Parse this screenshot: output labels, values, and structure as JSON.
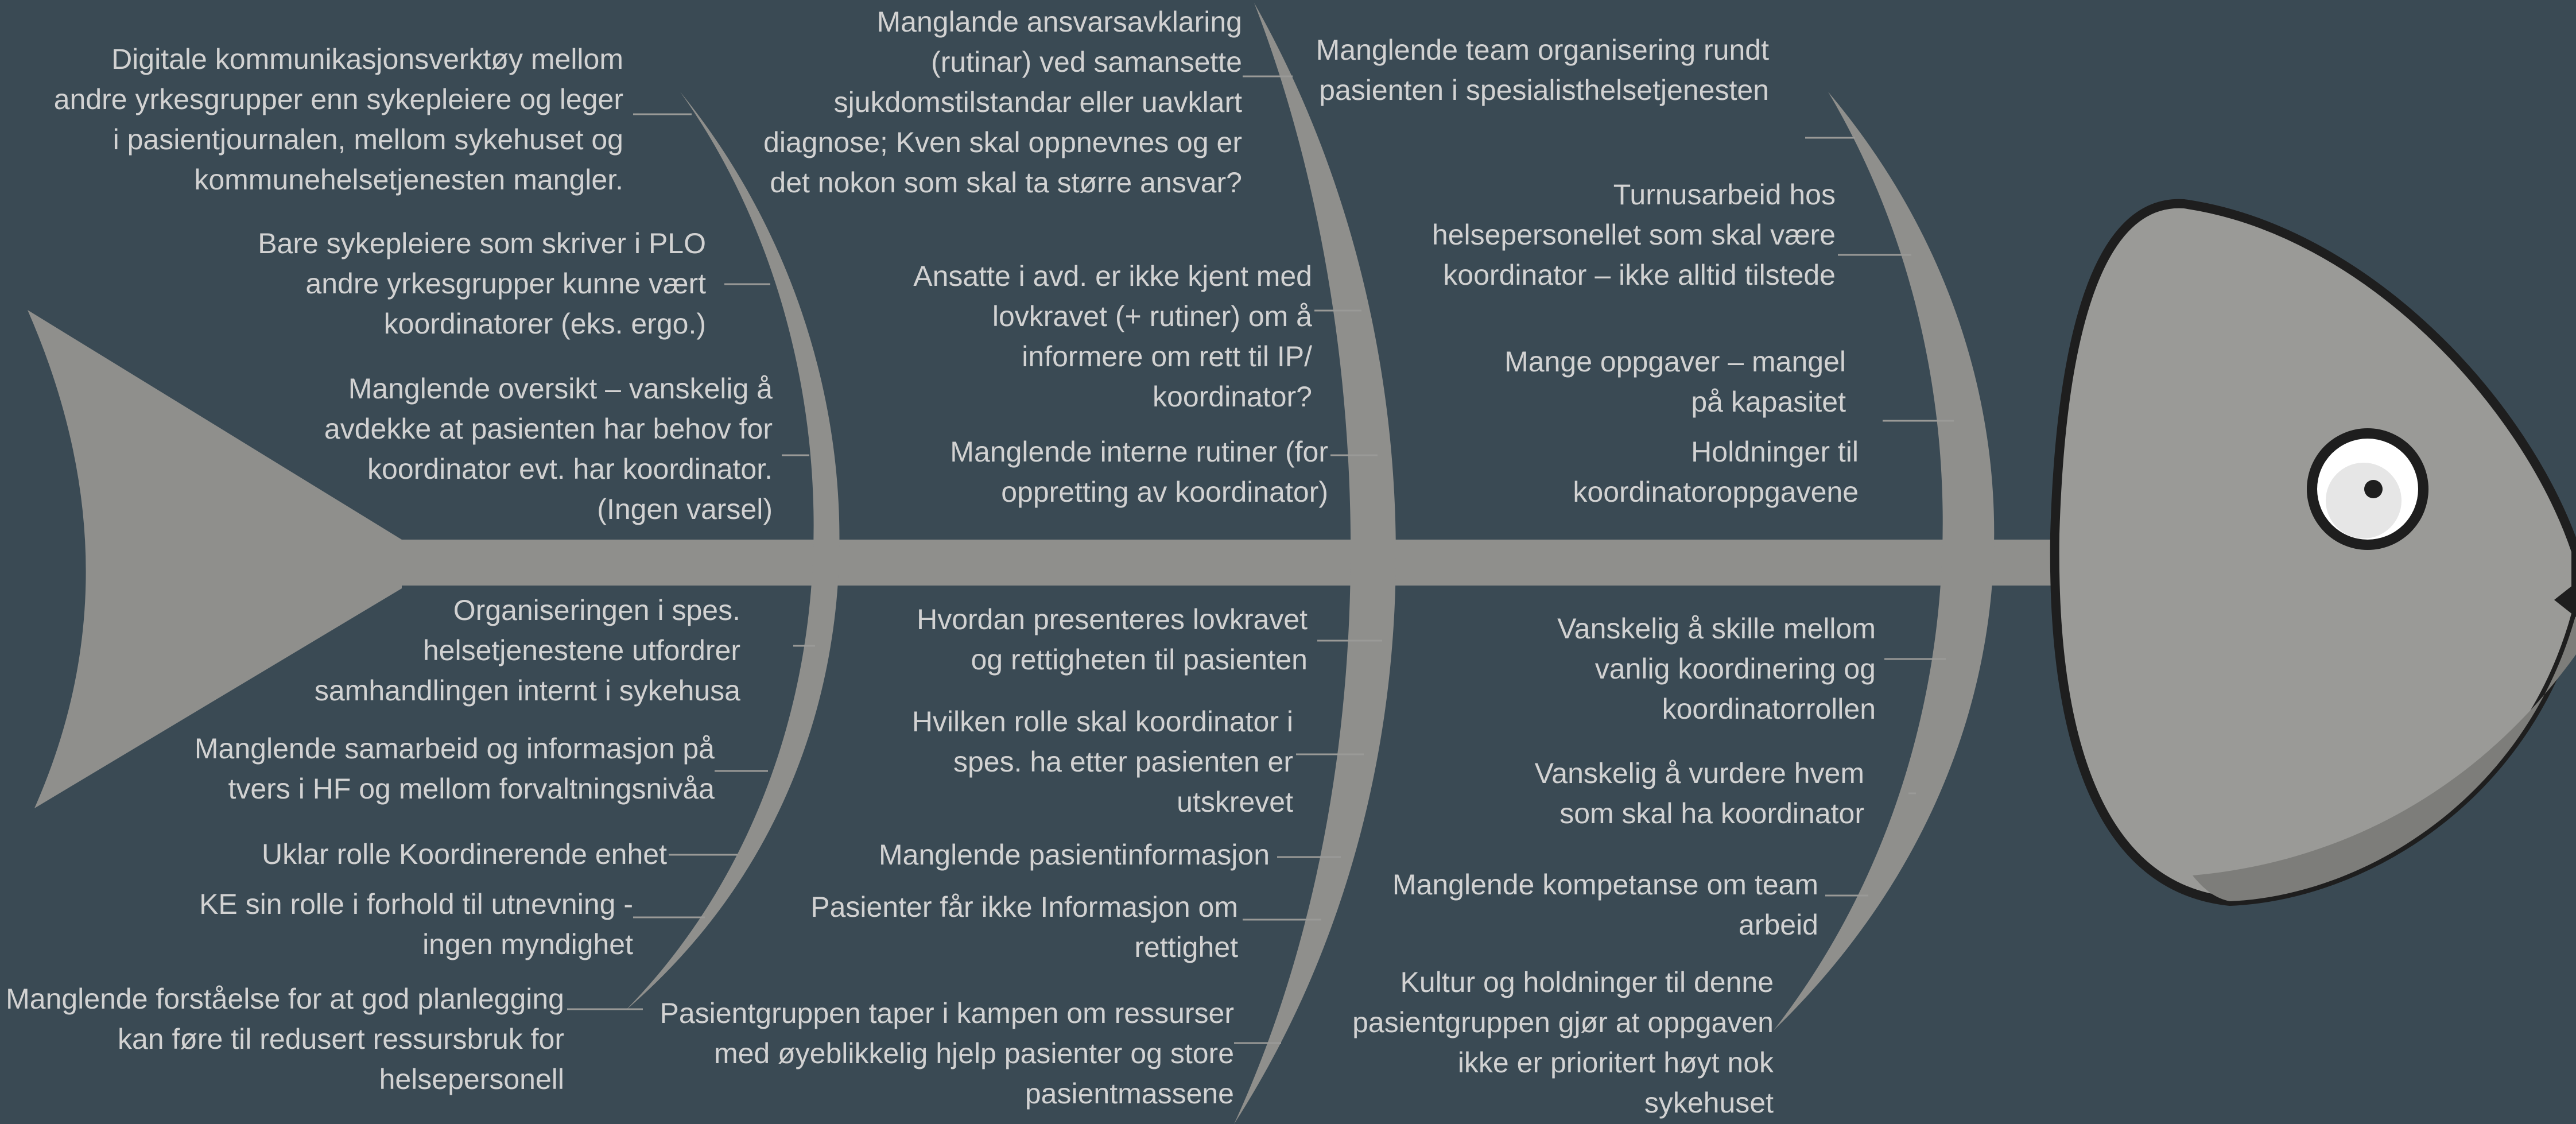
{
  "diagram": {
    "type": "fishbone",
    "colors": {
      "background": "#3a4a54",
      "bone": "#8f8f8c",
      "head": "#9a9a97",
      "outline": "#1e1e1e",
      "text": "#d2d2d2"
    },
    "causes": [
      {
        "id": "c1",
        "text": "Digitale kommunikasjonsverktøy mellom\nandre yrkesgrupper enn sykepleiere og leger\ni pasientjournalen, mellom sykehuset og\nkommunehelsetjenesten mangler."
      },
      {
        "id": "c2",
        "text": "Bare sykepleiere som skriver i PLO\nandre yrkesgrupper kunne vært\nkoordinatorer (eks. ergo.)"
      },
      {
        "id": "c3",
        "text": "Manglende oversikt – vanskelig å\navdekke at pasienten har behov for\nkoordinator evt. har koordinator.\n(Ingen varsel)"
      },
      {
        "id": "c4",
        "text": "Organiseringen i spes.\nhelsetjenestene utfordrer\nsamhandlingen internt i sykehusa"
      },
      {
        "id": "c5",
        "text": "Manglende samarbeid og informasjon på\ntvers i HF og mellom forvaltningsnivåa"
      },
      {
        "id": "c6",
        "text": "Uklar rolle Koordinerende enhet"
      },
      {
        "id": "c7",
        "text": "KE sin rolle i forhold til utnevning -\ningen myndighet"
      },
      {
        "id": "c8",
        "text": "Manglende forståelse for at god planlegging\nkan føre til redusert ressursbruk for\nhelsepersonell"
      },
      {
        "id": "c9",
        "text": "Manglande ansvarsavklaring\n(rutinar) ved samansette\nsjukdomstilstandar eller uavklart\ndiagnose; Kven skal oppnevnes og er\ndet nokon som skal ta større ansvar?"
      },
      {
        "id": "c10",
        "text": "Ansatte i avd. er ikke kjent med\nlovkravet (+ rutiner) om å\ninformere om rett til IP/\nkoordinator?"
      },
      {
        "id": "c11",
        "text": "Manglende interne rutiner (for\noppretting av koordinator)"
      },
      {
        "id": "c12",
        "text": "Hvordan presenteres lovkravet\nog rettigheten til pasienten"
      },
      {
        "id": "c13",
        "text": "Hvilken rolle skal koordinator i\nspes. ha etter pasienten er\nutskrevet"
      },
      {
        "id": "c14",
        "text": "Manglende pasientinformasjon"
      },
      {
        "id": "c15",
        "text": "Pasienter får ikke Informasjon om\nrettighet"
      },
      {
        "id": "c16",
        "text": "Pasientgruppen taper i kampen om ressurser\nmed øyeblikkelig hjelp pasienter og store\npasientmassene"
      },
      {
        "id": "c17",
        "text": "Manglende team organisering rundt\npasienten i spesialisthelsetjenesten"
      },
      {
        "id": "c18",
        "text": "Turnusarbeid hos\nhelsepersonellet som skal være\nkoordinator – ikke alltid tilstede"
      },
      {
        "id": "c19",
        "text": "Mange oppgaver – mangel\npå kapasitet"
      },
      {
        "id": "c20",
        "text": "Holdninger til\nkoordinatoroppgavene"
      },
      {
        "id": "c21",
        "text": "Vanskelig å skille mellom\nvanlig koordinering og\nkoordinatorrollen"
      },
      {
        "id": "c22",
        "text": "Vanskelig å vurdere hvem\nsom skal ha koordinator"
      },
      {
        "id": "c23",
        "text": "Manglende kompetanse om team\narbeid"
      },
      {
        "id": "c24",
        "text": "Kultur og holdninger til denne\npasientgruppen gjør at oppgaven\nikke er prioritert høyt nok\nsykehuset"
      }
    ]
  }
}
